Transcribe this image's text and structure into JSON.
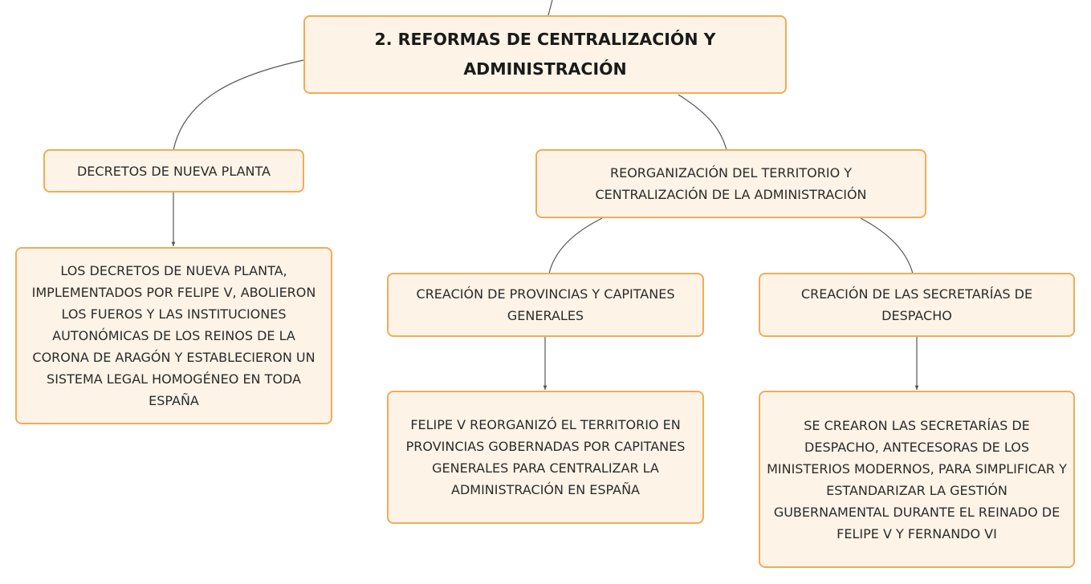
{
  "diagram": {
    "root": {
      "text": "2. REFORMAS DE CENTRALIZACIÓN Y ADMINISTRACIÓN"
    },
    "branch_decretos": {
      "text": "DECRETOS DE NUEVA PLANTA"
    },
    "leaf_decretos": {
      "text": "LOS DECRETOS DE NUEVA PLANTA, IMPLEMENTADOS POR FELIPE V, ABOLIERON LOS FUEROS Y LAS INSTITUCIONES AUTONÓMICAS DE LOS REINOS DE LA CORONA DE ARAGÓN Y ESTABLECIERON UN SISTEMA LEGAL HOMOGÉNEO EN TODA ESPAÑA"
    },
    "branch_reorganizacion": {
      "text": "REORGANIZACIÓN DEL TERRITORIO Y CENTRALIZACIÓN DE LA ADMINISTRACIÓN"
    },
    "sub_provincias": {
      "text": "CREACIÓN DE PROVINCIAS Y CAPITANES GENERALES"
    },
    "leaf_provincias": {
      "text": "FELIPE V REORGANIZÓ EL TERRITORIO EN PROVINCIAS GOBERNADAS POR CAPITANES GENERALES PARA CENTRALIZAR LA ADMINISTRACIÓN EN ESPAÑA"
    },
    "sub_secretarias": {
      "text": "CREACIÓN DE LAS SECRETARÍAS DE DESPACHO"
    },
    "leaf_secretarias": {
      "text": "SE CREARON LAS SECRETARÍAS DE DESPACHO, ANTECESORAS DE LOS MINISTERIOS MODERNOS, PARA SIMPLIFICAR Y ESTANDARIZAR LA GESTIÓN GUBERNAMENTAL DURANTE EL REINADO DE FELIPE V Y FERNANDO VI"
    }
  },
  "colors": {
    "node_fill": "#fdf3e7",
    "node_border": "#f0ac58",
    "link": "#555555"
  }
}
